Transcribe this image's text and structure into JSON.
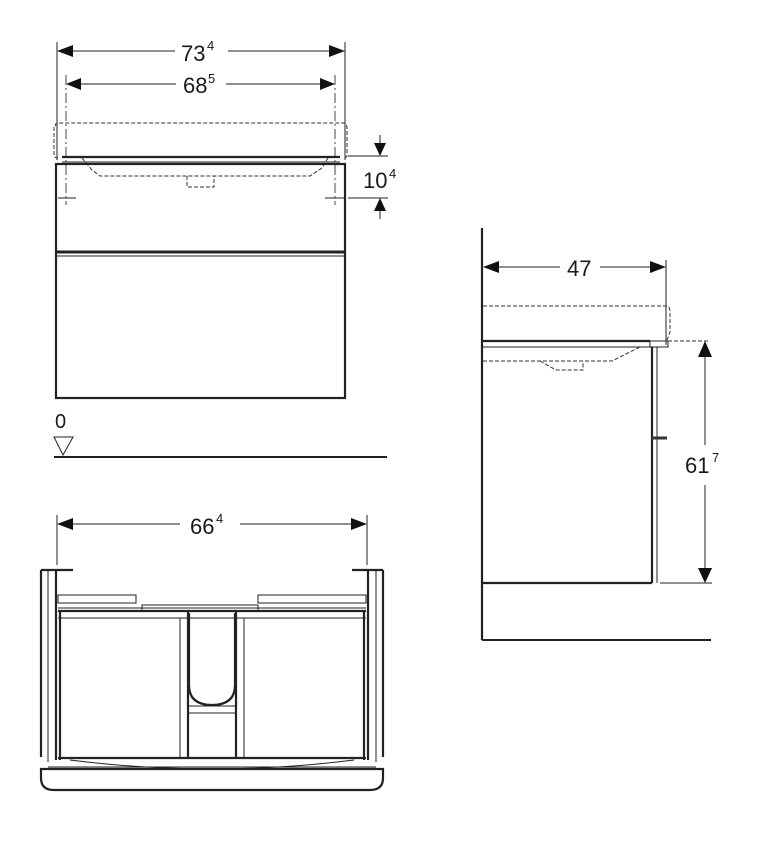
{
  "drawing": {
    "front_view": {
      "overall_width": {
        "value": "73",
        "sup": "4"
      },
      "inner_width": {
        "value": "68",
        "sup": "5"
      },
      "top_height": {
        "value": "10",
        "sup": "4"
      },
      "floor_level_label": "0"
    },
    "top_view": {
      "inner_width": {
        "value": "66",
        "sup": "4"
      }
    },
    "side_view": {
      "depth": {
        "value": "47",
        "sup": ""
      },
      "height": {
        "value": "61",
        "sup": "7"
      }
    }
  },
  "colors": {
    "line": "#222222",
    "background": "#ffffff"
  }
}
